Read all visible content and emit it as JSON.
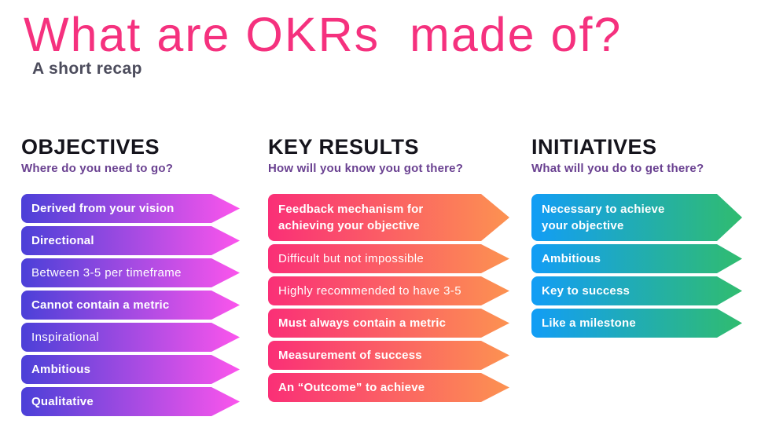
{
  "page": {
    "title": "What are OKRs  made of?",
    "subtitle": "A short recap"
  },
  "colors": {
    "title_pink": "#f5317e",
    "subtitle_gray": "#4c4c5c",
    "heading_black": "#15141c",
    "subheading_purple": "#6a4191"
  },
  "columns": [
    {
      "id": "objectives",
      "heading": "OBJECTIVES",
      "subheading": "Where do you need to go?",
      "gradient": {
        "from": "#4b40d8",
        "to": "#fb55ec"
      },
      "items": [
        {
          "label": "Derived from your vision",
          "bold": true
        },
        {
          "label": "Directional",
          "bold": true
        },
        {
          "label": "Between 3-5 per timeframe",
          "bold": false
        },
        {
          "label": "Cannot contain a metric",
          "bold": true
        },
        {
          "label": "Inspirational",
          "bold": false
        },
        {
          "label": "Ambitious",
          "bold": true
        },
        {
          "label": "Qualitative",
          "bold": true
        }
      ]
    },
    {
      "id": "key-results",
      "heading": "KEY RESULTS",
      "subheading": "How will you know you got there?",
      "gradient": {
        "from": "#fa2f77",
        "to": "#fc9251"
      },
      "items": [
        {
          "label": "Feedback mechanism for\nachieving your objective",
          "bold": true,
          "lines": 2
        },
        {
          "label": "Difficult but not impossible",
          "bold": false
        },
        {
          "label": "Highly recommended to have 3-5",
          "bold": false
        },
        {
          "label": "Must always contain a metric",
          "bold": true
        },
        {
          "label": "Measurement of success",
          "bold": true
        },
        {
          "label": "An “Outcome” to achieve",
          "bold": true
        }
      ]
    },
    {
      "id": "initiatives",
      "heading": "INITIATIVES",
      "subheading": "What will you do to get there?",
      "gradient": {
        "from": "#129df6",
        "to": "#30bc6f"
      },
      "items": [
        {
          "label": "Necessary to achieve\nyour objective",
          "bold": true,
          "lines": 2
        },
        {
          "label": "Ambitious",
          "bold": true
        },
        {
          "label": "Key to success",
          "bold": true
        },
        {
          "label": "Like a milestone",
          "bold": true
        }
      ]
    }
  ]
}
